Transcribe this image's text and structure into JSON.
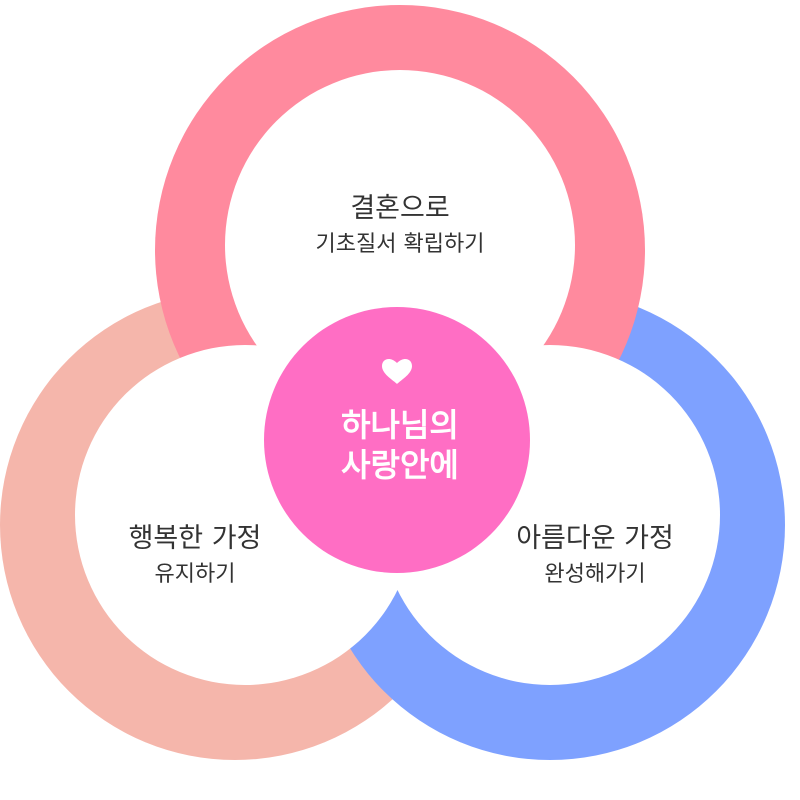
{
  "colors": {
    "top_ring": "#ff8a9e",
    "left_ring": "#f5b6ab",
    "right_ring": "#7ea1ff",
    "center": "#ff6ec4",
    "heart": "#ffffff",
    "text": "#333333"
  },
  "top": {
    "line1": "결혼으로",
    "line2": "기초질서 확립하기"
  },
  "left": {
    "line1": "행복한 가정",
    "line2": "유지하기"
  },
  "right": {
    "line1": "아름다운 가정",
    "line2": "완성해가기"
  },
  "center": {
    "icon": "heart-icon",
    "line1": "하나님의",
    "line2": "사랑안에"
  }
}
